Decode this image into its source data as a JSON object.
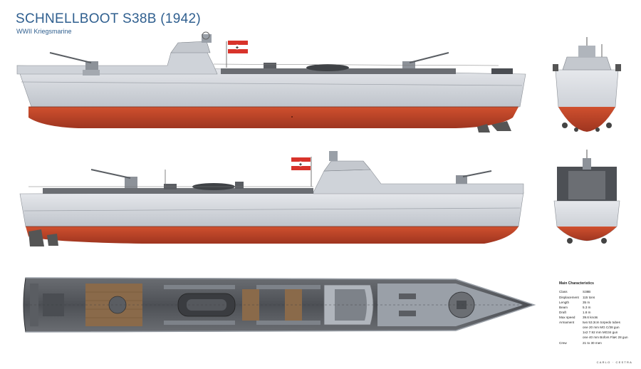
{
  "title": "SCHNELLBOOT S38B (1942)",
  "subtitle": "WWII Kriegsmarine",
  "views": [
    "starboard-profile",
    "port-profile",
    "bow-view",
    "stern-view",
    "deck-plan"
  ],
  "colors": {
    "hull": "#d8dbe0",
    "hull_shade": "#b9bec6",
    "antifouling": "#c0452a",
    "deck": "#5a5d62",
    "title": "#2f5f8f"
  },
  "specs": {
    "header": "Main Characteristics",
    "rows": [
      {
        "k": "Class",
        "v": "S38B"
      },
      {
        "k": "",
        "v": ""
      },
      {
        "k": "Displacement",
        "v": "115 tons"
      },
      {
        "k": "Length",
        "v": "35 m"
      },
      {
        "k": "Beam",
        "v": "5.3 m"
      },
      {
        "k": "Draft",
        "v": "1.8 m"
      },
      {
        "k": "Max speed",
        "v": "39.6 knots"
      },
      {
        "k": "Armament",
        "v": "two 53.3cm torpedo tubes"
      },
      {
        "k": "",
        "v": "one 20 mm MG C/38 gun"
      },
      {
        "k": "",
        "v": "1x2 7.92 mm MG34 gun"
      },
      {
        "k": "",
        "v": "one 40 mm Bofors FlaK 28 gun"
      },
      {
        "k": "",
        "v": ""
      },
      {
        "k": "Crew",
        "v": "21 to 30 men"
      }
    ]
  },
  "signature": "CARLO · CESTRA"
}
